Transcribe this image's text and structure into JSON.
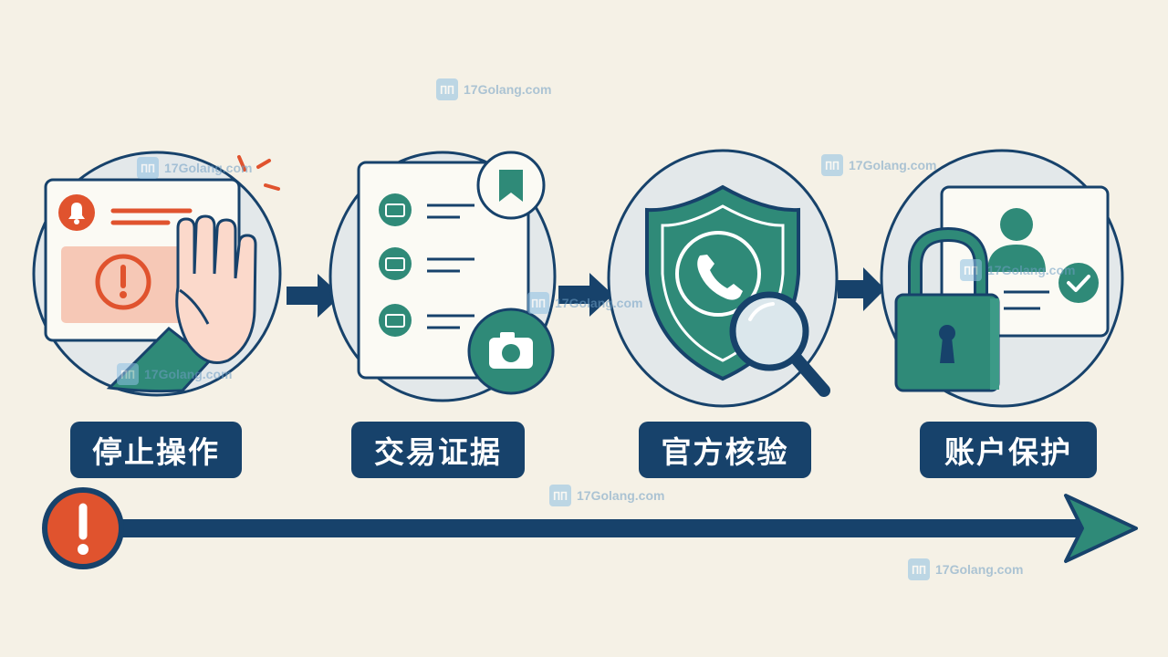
{
  "steps": [
    {
      "label": "停止操作",
      "icon": "stop-hand-icon"
    },
    {
      "label": "交易证据",
      "icon": "evidence-document-icon"
    },
    {
      "label": "官方核验",
      "icon": "shield-phone-icon"
    },
    {
      "label": "账户保护",
      "icon": "padlock-icon"
    }
  ],
  "timeline": {
    "start_icon": "alert-icon",
    "end_icon": "arrow-head-icon"
  },
  "watermark": {
    "text": "17Golang.com",
    "logo": "∏∏"
  },
  "colors": {
    "background": "#f5f1e6",
    "navy": "#17426b",
    "teal": "#2f8a78",
    "alert_red": "#e0532e",
    "circle_fill": "#e3e8ea"
  }
}
